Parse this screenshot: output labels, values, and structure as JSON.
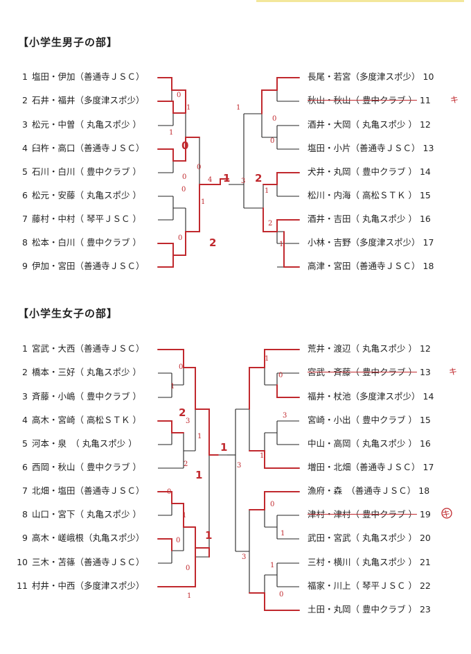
{
  "boys": {
    "title": "【小学生男子の部】",
    "left": [
      {
        "n": "1",
        "name": "塩田・伊加（善通寺ＪＳＣ）"
      },
      {
        "n": "2",
        "name": "石井・福井（多度津スポ少）"
      },
      {
        "n": "3",
        "name": "松元・中曽（ 丸亀スポ少 ）"
      },
      {
        "n": "4",
        "name": "臼杵・高口（善通寺ＪＳＣ）"
      },
      {
        "n": "5",
        "name": "石川・白川（ 豊中クラブ ）"
      },
      {
        "n": "6",
        "name": "松元・安藤（ 丸亀スポ少 ）"
      },
      {
        "n": "7",
        "name": "藤村・中村（ 琴平ＪＳＣ ）"
      },
      {
        "n": "8",
        "name": "松本・白川（ 豊中クラブ ）"
      },
      {
        "n": "9",
        "name": "伊加・宮田（善通寺ＪＳＣ）"
      }
    ],
    "right": [
      {
        "n": "10",
        "name": "長尾・若宮（多度津スポ少）"
      },
      {
        "n": "11",
        "name": "秋山・秋山（ 豊中クラブ ）",
        "mark": "キ"
      },
      {
        "n": "12",
        "name": "酒井・大岡（ 丸亀スポ少 ）"
      },
      {
        "n": "13",
        "name": "塩田・小片（善通寺ＪＳＣ）"
      },
      {
        "n": "14",
        "name": "犬井・丸岡（ 豊中クラブ ）"
      },
      {
        "n": "15",
        "name": "松川・内海（ 高松ＳＴＫ ）"
      },
      {
        "n": "16",
        "name": "酒井・吉田（ 丸亀スポ少 ）"
      },
      {
        "n": "17",
        "name": "小林・吉野（多度津スポ少）"
      },
      {
        "n": "18",
        "name": "高津・宮田（善通寺ＪＳＣ）"
      }
    ]
  },
  "girls": {
    "title": "【小学生女子の部】",
    "left": [
      {
        "n": "1",
        "name": "宮武・大西（善通寺ＪＳＣ）"
      },
      {
        "n": "2",
        "name": "橋本・三好（ 丸亀スポ少 ）"
      },
      {
        "n": "3",
        "name": "斉藤・小嶋（ 豊中クラブ ）"
      },
      {
        "n": "4",
        "name": "高木・宮崎（ 高松ＳＴＫ ）"
      },
      {
        "n": "5",
        "name": "河本・泉　（ 丸亀スポ少 ）"
      },
      {
        "n": "6",
        "name": "西岡・秋山（ 豊中クラブ ）"
      },
      {
        "n": "7",
        "name": "北畑・塩田（善通寺ＪＳＣ）"
      },
      {
        "n": "8",
        "name": "山口・宮下（ 丸亀スポ少 ）"
      },
      {
        "n": "9",
        "name": "高木・嵯峨根（丸亀スポ少）"
      },
      {
        "n": "10",
        "name": "三木・苫篠（善通寺ＪＳＣ）"
      },
      {
        "n": "11",
        "name": "村井・中西（多度津スポ少）"
      }
    ],
    "right": [
      {
        "n": "12",
        "name": "荒井・渡辺（ 丸亀スポ少 ）"
      },
      {
        "n": "13",
        "name": "宮武・斉藤（ 豊中クラブ ）",
        "mark": "キ"
      },
      {
        "n": "14",
        "name": "福井・杖池（多度津スポ少）"
      },
      {
        "n": "15",
        "name": "宮崎・小出（ 豊中クラブ ）"
      },
      {
        "n": "16",
        "name": "中山・高岡（ 丸亀スポ少 ）"
      },
      {
        "n": "17",
        "name": "増田・北畑（善通寺ＪＳＣ）"
      },
      {
        "n": "18",
        "name": "漁府・森　（善通寺ＪＳＣ）"
      },
      {
        "n": "19",
        "name": "津村・津村（ 豊中クラブ ）",
        "mark": "キ"
      },
      {
        "n": "20",
        "name": "武田・宮武（ 丸亀スポ少 ）"
      },
      {
        "n": "21",
        "name": "三村・横川（ 丸亀スポ少 ）"
      },
      {
        "n": "22",
        "name": "福家・川上（ 琴平ＪＳＣ ）"
      },
      {
        "n": "23",
        "name": "土田・丸岡（ 豊中クラブ ）"
      }
    ]
  },
  "colors": {
    "ink": "#222222",
    "red": "#c0282d"
  }
}
